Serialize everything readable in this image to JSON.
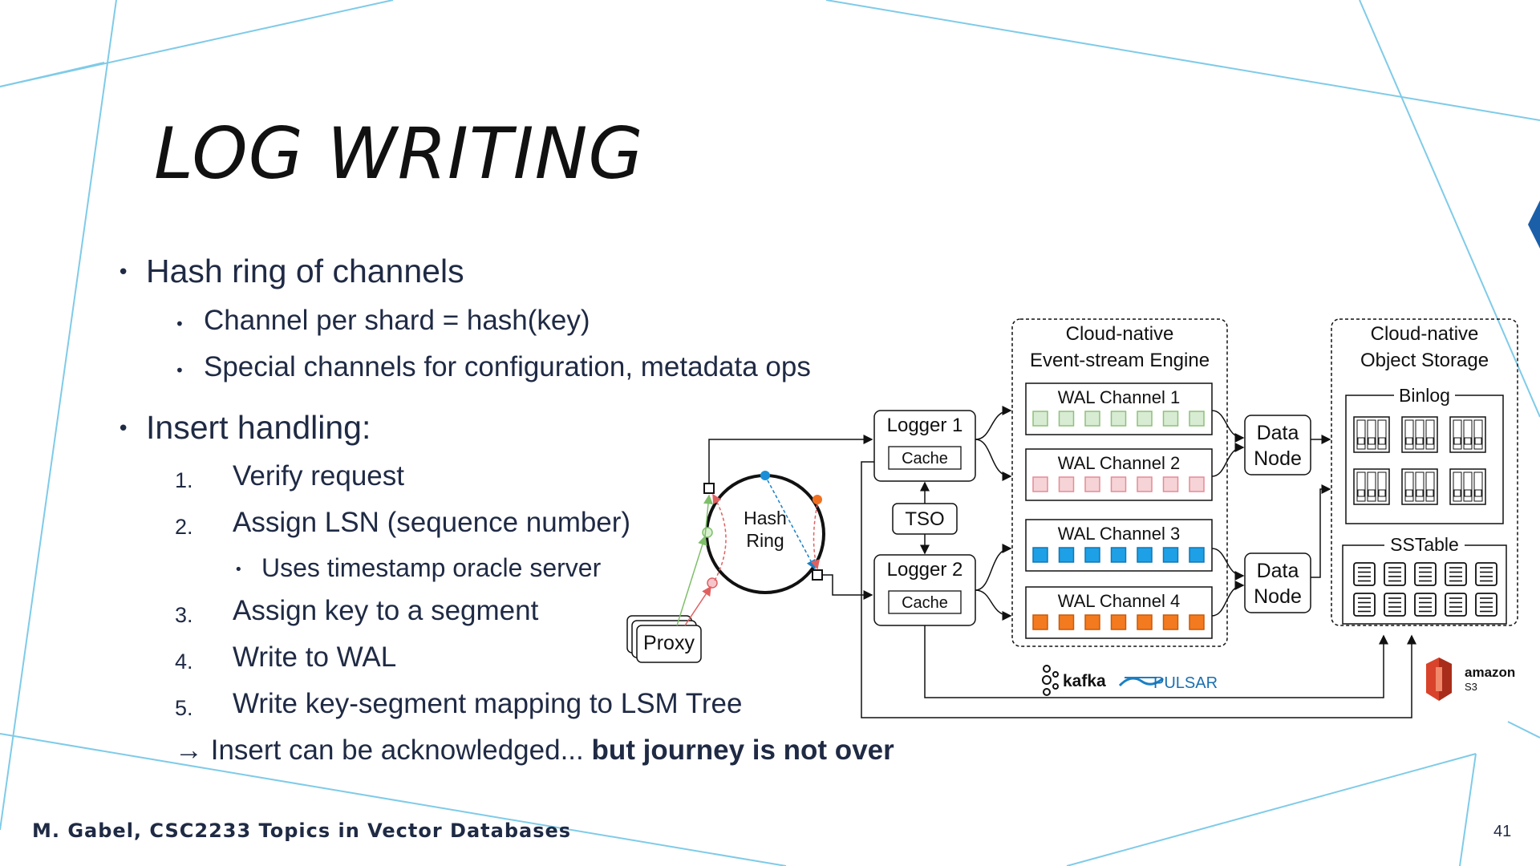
{
  "slide": {
    "title": "LOG WRITING",
    "bullets": {
      "b1": "Hash ring of channels",
      "b1_1": "Channel per shard = hash(key)",
      "b1_2": "Special channels for configuration, metadata ops",
      "b2": "Insert handling:",
      "steps": [
        {
          "num": "1.",
          "text": "Verify request"
        },
        {
          "num": "2.",
          "text": "Assign LSN (sequence number)"
        },
        {
          "num": "3.",
          "text": "Assign key to a segment"
        },
        {
          "num": "4.",
          "text": "Write to WAL"
        },
        {
          "num": "5.",
          "text": "Write key-segment mapping to LSM Tree"
        }
      ],
      "step2_sub": "Uses timestamp oracle server",
      "conclusion_arrow": "→",
      "conclusion_normal": "Insert can be acknowledged...",
      "conclusion_bold": "but journey is not over"
    },
    "footer": "M. Gabel, CSC2233 Topics in Vector Databases",
    "page_number": "41"
  },
  "diagram": {
    "proxy": "Proxy",
    "hash_ring_line1": "Hash",
    "hash_ring_line2": "Ring",
    "logger1": "Logger 1",
    "logger2": "Logger 2",
    "cache": "Cache",
    "tso": "TSO",
    "event_stream_line1": "Cloud-native",
    "event_stream_line2": "Event-stream Engine",
    "wal_channels": [
      "WAL Channel 1",
      "WAL Channel 2",
      "WAL Channel 3",
      "WAL Channel 4"
    ],
    "data_node_line1": "Data",
    "data_node_line2": "Node",
    "object_storage_line1": "Cloud-native",
    "object_storage_line2": "Object Storage",
    "binlog": "Binlog",
    "sstable": "SSTable",
    "logos": {
      "kafka": "kafka",
      "pulsar": "PULSAR",
      "amazon": "amazon",
      "s3": "S3"
    },
    "colors": {
      "wal1_fill": "#d8ecd3",
      "wal1_stroke": "#8ec07c",
      "wal2_fill": "#f6d3d6",
      "wal2_stroke": "#e48c96",
      "wal3_fill": "#1ea0e6",
      "wal3_stroke": "#1177b3",
      "wal4_fill": "#f47a1f",
      "wal4_stroke": "#c55a0c",
      "s3_red": "#d9432b",
      "deco_line": "#7fcbe8"
    }
  }
}
